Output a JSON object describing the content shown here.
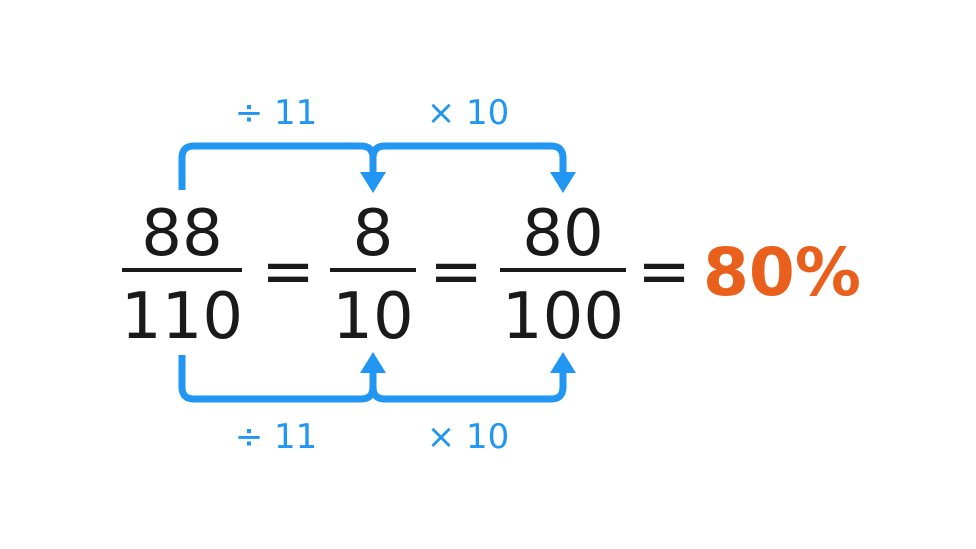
{
  "colors": {
    "arrow": "#2196f3",
    "text": "#1a1a1a",
    "result": "#e8601c"
  },
  "fractions": [
    {
      "numerator": "88",
      "denominator": "110"
    },
    {
      "numerator": "8",
      "denominator": "10"
    },
    {
      "numerator": "80",
      "denominator": "100"
    }
  ],
  "equals": [
    "=",
    "=",
    "="
  ],
  "result": "80%",
  "operations": {
    "top": [
      "÷ 11",
      "× 10"
    ],
    "bottom": [
      "÷ 11",
      "× 10"
    ]
  }
}
